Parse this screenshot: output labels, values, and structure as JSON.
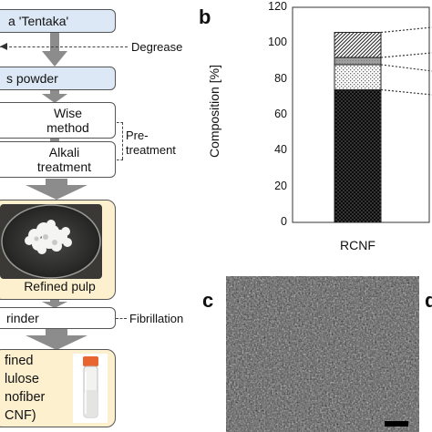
{
  "flow": {
    "step1": "'Tentaka'",
    "step1_prefix": "a",
    "step2": "s powder",
    "step3_line1": "Wise",
    "step3_line2": "method",
    "step4_line1": "Alkali",
    "step4_line2": "treatment",
    "step5": "Refined pulp",
    "step6": "rinder",
    "step7_line1": "fined",
    "step7_line2": "lulose",
    "step7_line3": "nofiber",
    "step7_line4": "CNF)",
    "label_degrease": "Degrease",
    "label_pre1": "Pre-",
    "label_pre2": "treatment",
    "label_fibrillation": "Fibrillation"
  },
  "panels": {
    "b": "b",
    "c": "c",
    "d_partial": "d"
  },
  "chart_data": {
    "type": "bar",
    "categories": [
      "RCNF"
    ],
    "ylabel": "Composition [%]",
    "ylim": [
      0,
      120
    ],
    "yticks": [
      0,
      20,
      40,
      60,
      80,
      100,
      120
    ],
    "series": [
      {
        "values": [
          74
        ],
        "pattern": "black-dotted"
      },
      {
        "values": [
          14
        ],
        "pattern": "light-checker"
      },
      {
        "values": [
          4
        ],
        "pattern": "gray"
      },
      {
        "values": [
          14
        ],
        "pattern": "diagonal-hatch"
      }
    ]
  },
  "colors": {
    "blue_box": "#dce8f5",
    "yellow_box": "#fdf0cf",
    "arrow": "#8c8c8c"
  }
}
